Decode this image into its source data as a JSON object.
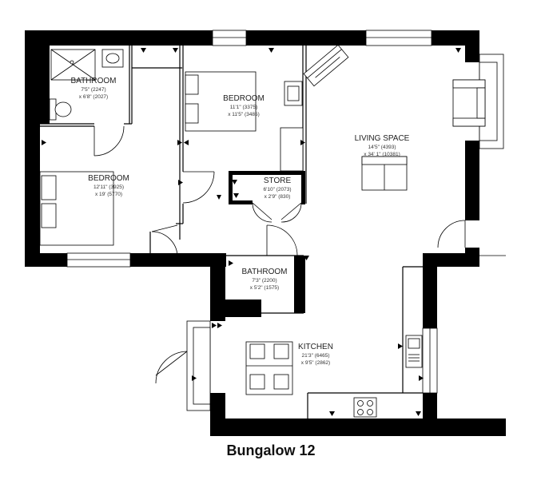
{
  "title": "Bungalow 12",
  "rooms": [
    {
      "id": "bathroom-1",
      "name": "BATHROOM",
      "dim1": "7'5\" (2247)",
      "dim2": "x 6'8\" (2027)"
    },
    {
      "id": "bedroom-1",
      "name": "BEDROOM",
      "dim1": "11'1\" (3375)",
      "dim2": "x 11'5\" (3485)"
    },
    {
      "id": "bedroom-2",
      "name": "BEDROOM",
      "dim1": "12'11\" (3925)",
      "dim2": "x 19' (5770)"
    },
    {
      "id": "store",
      "name": "STORE",
      "dim1": "6'10\" (2073)",
      "dim2": "x 2'9\" (830)"
    },
    {
      "id": "living",
      "name": "LIVING SPACE",
      "dim1": "14'5\" (4393)",
      "dim2": "x 34' 1\" (10381)"
    },
    {
      "id": "bathroom-2",
      "name": "BATHROOM",
      "dim1": "7'3\" (2200)",
      "dim2": "x 5'2\" (1575)"
    },
    {
      "id": "kitchen",
      "name": "KITCHEN",
      "dim1": "21'3\" (6465)",
      "dim2": "x 9'5\" (2862)"
    }
  ]
}
